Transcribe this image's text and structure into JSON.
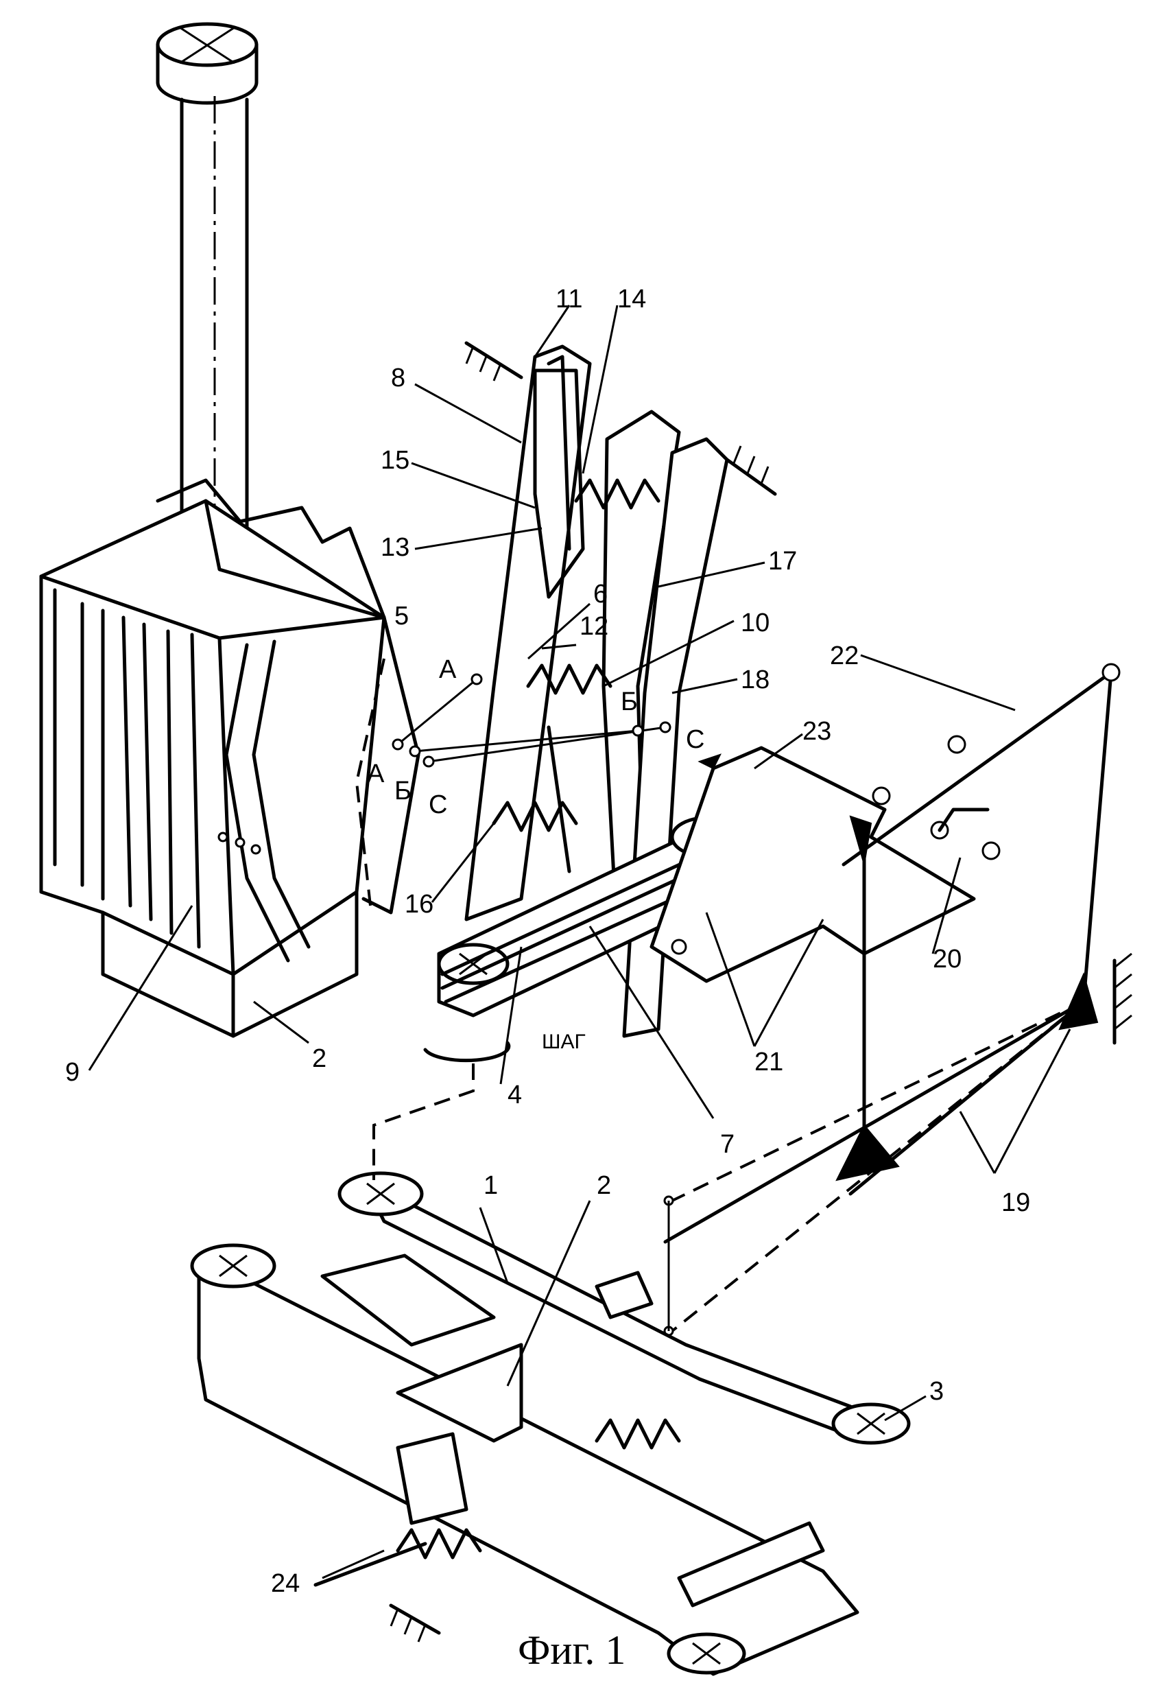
{
  "caption": "Фиг. 1",
  "labels": {
    "n1": "1",
    "n2a": "2",
    "n2b": "2",
    "n3": "3",
    "n4": "4",
    "n5": "5",
    "n6": "6",
    "n7": "7",
    "n8": "8",
    "n9": "9",
    "n10": "10",
    "n11": "11",
    "n12": "12",
    "n13": "13",
    "n14": "14",
    "n15": "15",
    "n16": "16",
    "n17": "17",
    "n18": "18",
    "n19": "19",
    "n20": "20",
    "n21": "21",
    "n22": "22",
    "n23": "23",
    "n24": "24",
    "pA1": "A",
    "pA2": "A",
    "pB1": "Б",
    "pB2": "Б",
    "pC1": "C",
    "pC2": "C",
    "step": "ШАГ"
  }
}
